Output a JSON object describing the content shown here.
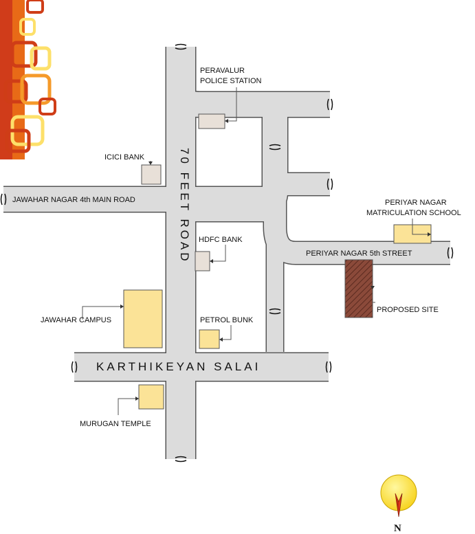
{
  "roads": {
    "seventy_feet": "70   FEET   ROAD",
    "jawahar_main": "JAWAHAR NAGAR 4th MAIN ROAD",
    "periyar_5th": "PERIYAR NAGAR 5th STREET",
    "karthikeyan": "KARTHIKEYAN   SALAI"
  },
  "landmarks": {
    "police_line1": "PERAVALUR",
    "police_line2": "POLICE STATION",
    "icici": "ICICI BANK",
    "periyar_school_line1": "PERIYAR NAGAR",
    "periyar_school_line2": "MATRICULATION SCHOOL",
    "hdfc": "HDFC BANK",
    "proposed": "PROPOSED SITE",
    "jawahar_campus": "JAWAHAR CAMPUS",
    "petrol": "PETROL BUNK",
    "murugan": "MURUGAN TEMPLE"
  },
  "compass": {
    "label": "N"
  },
  "colors": {
    "road": "#dcdcdc",
    "road_edge": "#555555",
    "building_yellow": "#fbe397",
    "building_grey": "#e8e0d8",
    "proposed_site": "#8b4a3a",
    "compass_disc": "#ffea4a",
    "compass_needle": "#e53a1c",
    "corner_orange": "#f07a1a",
    "corner_red": "#d3411b",
    "corner_yellow": "#fde06a"
  }
}
